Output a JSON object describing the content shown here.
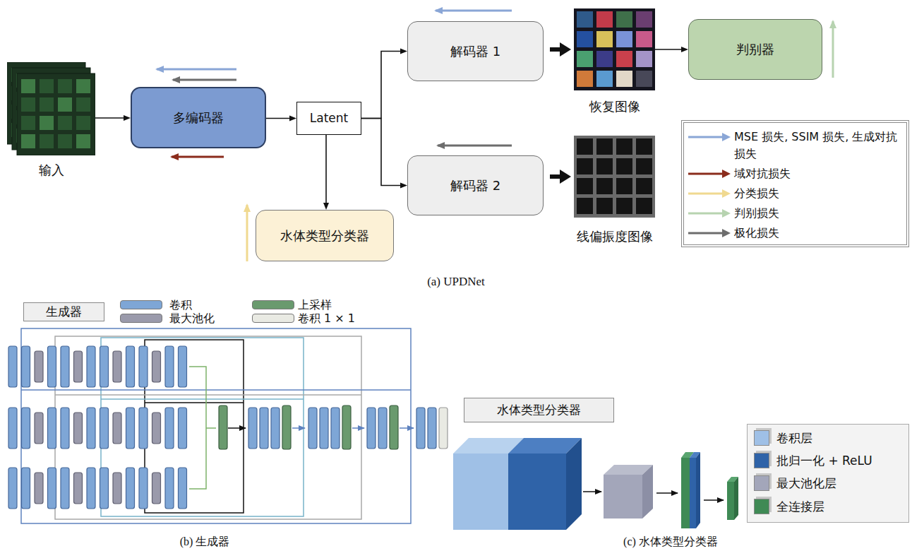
{
  "diagram": {
    "nodes": [
      {
        "text": [
          "输入"
        ]
      },
      {
        "text": [
          "多编码器"
        ]
      },
      {
        "text": [
          "Latent"
        ]
      },
      {
        "text": [
          "解码器 1"
        ]
      },
      {
        "text": [
          "解码器 2"
        ]
      },
      {
        "text": [
          "恢复图像"
        ]
      },
      {
        "text": [
          "线偏振度图像"
        ]
      },
      {
        "text": [
          "判别器"
        ]
      },
      {
        "text": [
          "水体类型分类器"
        ]
      },
      {
        "text": [
          "生成器"
        ]
      },
      {
        "text": [
          "水体类型分类器"
        ]
      }
    ],
    "edges": [
      {
        "from": 0,
        "to": 1,
        "arrow": "to"
      },
      {
        "from": 1,
        "to": 2,
        "arrow": "to"
      },
      {
        "from": 2,
        "to": 3,
        "arrow": "to"
      },
      {
        "from": 2,
        "to": 4,
        "arrow": "to"
      },
      {
        "from": 2,
        "to": 8,
        "arrow": "to"
      },
      {
        "from": 3,
        "to": 5,
        "arrow": "to"
      },
      {
        "from": 4,
        "to": 6,
        "arrow": "to"
      },
      {
        "from": 5,
        "to": 7,
        "arrow": "to"
      }
    ],
    "labels": [
      "(a) UPDNet",
      "(b) 生成器",
      "(c) 水体类型分类器"
    ],
    "legend": [
      {
        "text": "MSE 损失, SSIM 损失, 生成对抗损失"
      },
      {
        "text": "域对抗损失"
      },
      {
        "text": "分类损失"
      },
      {
        "text": "判别损失"
      },
      {
        "text": "极化损失"
      },
      {
        "text": "卷积",
        "color": "#7ea6d6"
      },
      {
        "text": "最大池化",
        "color": "#9a9aab"
      },
      {
        "text": "上采样",
        "color": "#6a9a6e"
      },
      {
        "text": "卷积 1 × 1",
        "color": "#e9eae3"
      },
      {
        "text": "卷积层",
        "color": "#9fc0e6"
      },
      {
        "text": "批归一化 + ReLU",
        "color": "#2f63a8"
      },
      {
        "text": "最大池化层",
        "color": "#a3a6ba"
      },
      {
        "text": "全连接层",
        "color": "#3f8a55"
      }
    ]
  }
}
